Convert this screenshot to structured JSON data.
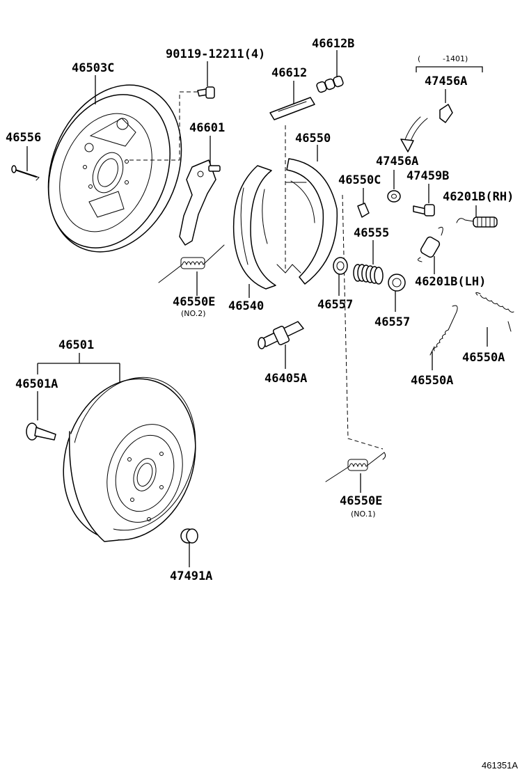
{
  "labels": {
    "p46503C": "46503C",
    "p90119": "90119-12211(4)",
    "p46612B": "46612B",
    "p46612": "46612",
    "p46556": "46556",
    "p46601": "46601",
    "p46550": "46550",
    "p46550C": "46550C",
    "p47456A_top": "47456A",
    "p47456A_mid": "47456A",
    "p47459B": "47459B",
    "p46201B_RH": "46201B(RH)",
    "p46201B_LH": "46201B(LH)",
    "p46555": "46555",
    "p46557_a": "46557",
    "p46557_b": "46557",
    "p46550E_no2": "46550E",
    "p46540": "46540",
    "p46405A": "46405A",
    "p46501": "46501",
    "p46501A": "46501A",
    "p46550A_a": "46550A",
    "p46550A_b": "46550A",
    "p46550E_no1": "46550E",
    "p47491A": "47491A"
  },
  "sublabels": {
    "no2": "(NO.2)",
    "no1": "(NO.1)",
    "date_range_open": "(",
    "date_range_value": "-1401)"
  },
  "footer": {
    "ref_code": "461351A"
  }
}
